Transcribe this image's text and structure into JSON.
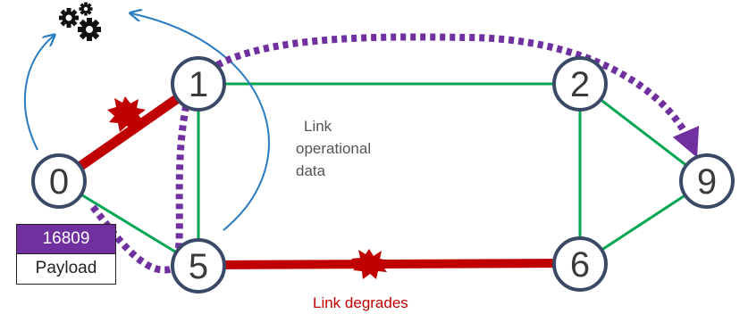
{
  "nodes": [
    {
      "id": "0",
      "label": "0"
    },
    {
      "id": "1",
      "label": "1"
    },
    {
      "id": "2",
      "label": "2"
    },
    {
      "id": "5",
      "label": "5"
    },
    {
      "id": "6",
      "label": "6"
    },
    {
      "id": "9",
      "label": "9"
    }
  ],
  "links": [
    {
      "from": "0",
      "to": "1",
      "status": "failed"
    },
    {
      "from": "0",
      "to": "5",
      "status": "normal"
    },
    {
      "from": "1",
      "to": "2",
      "status": "normal"
    },
    {
      "from": "1",
      "to": "5",
      "status": "normal"
    },
    {
      "from": "2",
      "to": "6",
      "status": "normal"
    },
    {
      "from": "2",
      "to": "9",
      "status": "normal"
    },
    {
      "from": "5",
      "to": "6",
      "status": "degraded"
    },
    {
      "from": "6",
      "to": "9",
      "status": "normal"
    }
  ],
  "annotations": {
    "operational_data": [
      "Link",
      "operational",
      "data"
    ],
    "link_degrades": "Link degrades"
  },
  "packet": {
    "label": "16809",
    "payload": "Payload"
  },
  "colors": {
    "normal_link": "#00a651",
    "failed_link": "#c00000",
    "path": "#7030a0",
    "telemetry_arrow": "#2b7bc0",
    "node_border": "#3a4a66",
    "label_box": "#7030a0"
  },
  "icons": {
    "controller": "gears-icon"
  }
}
